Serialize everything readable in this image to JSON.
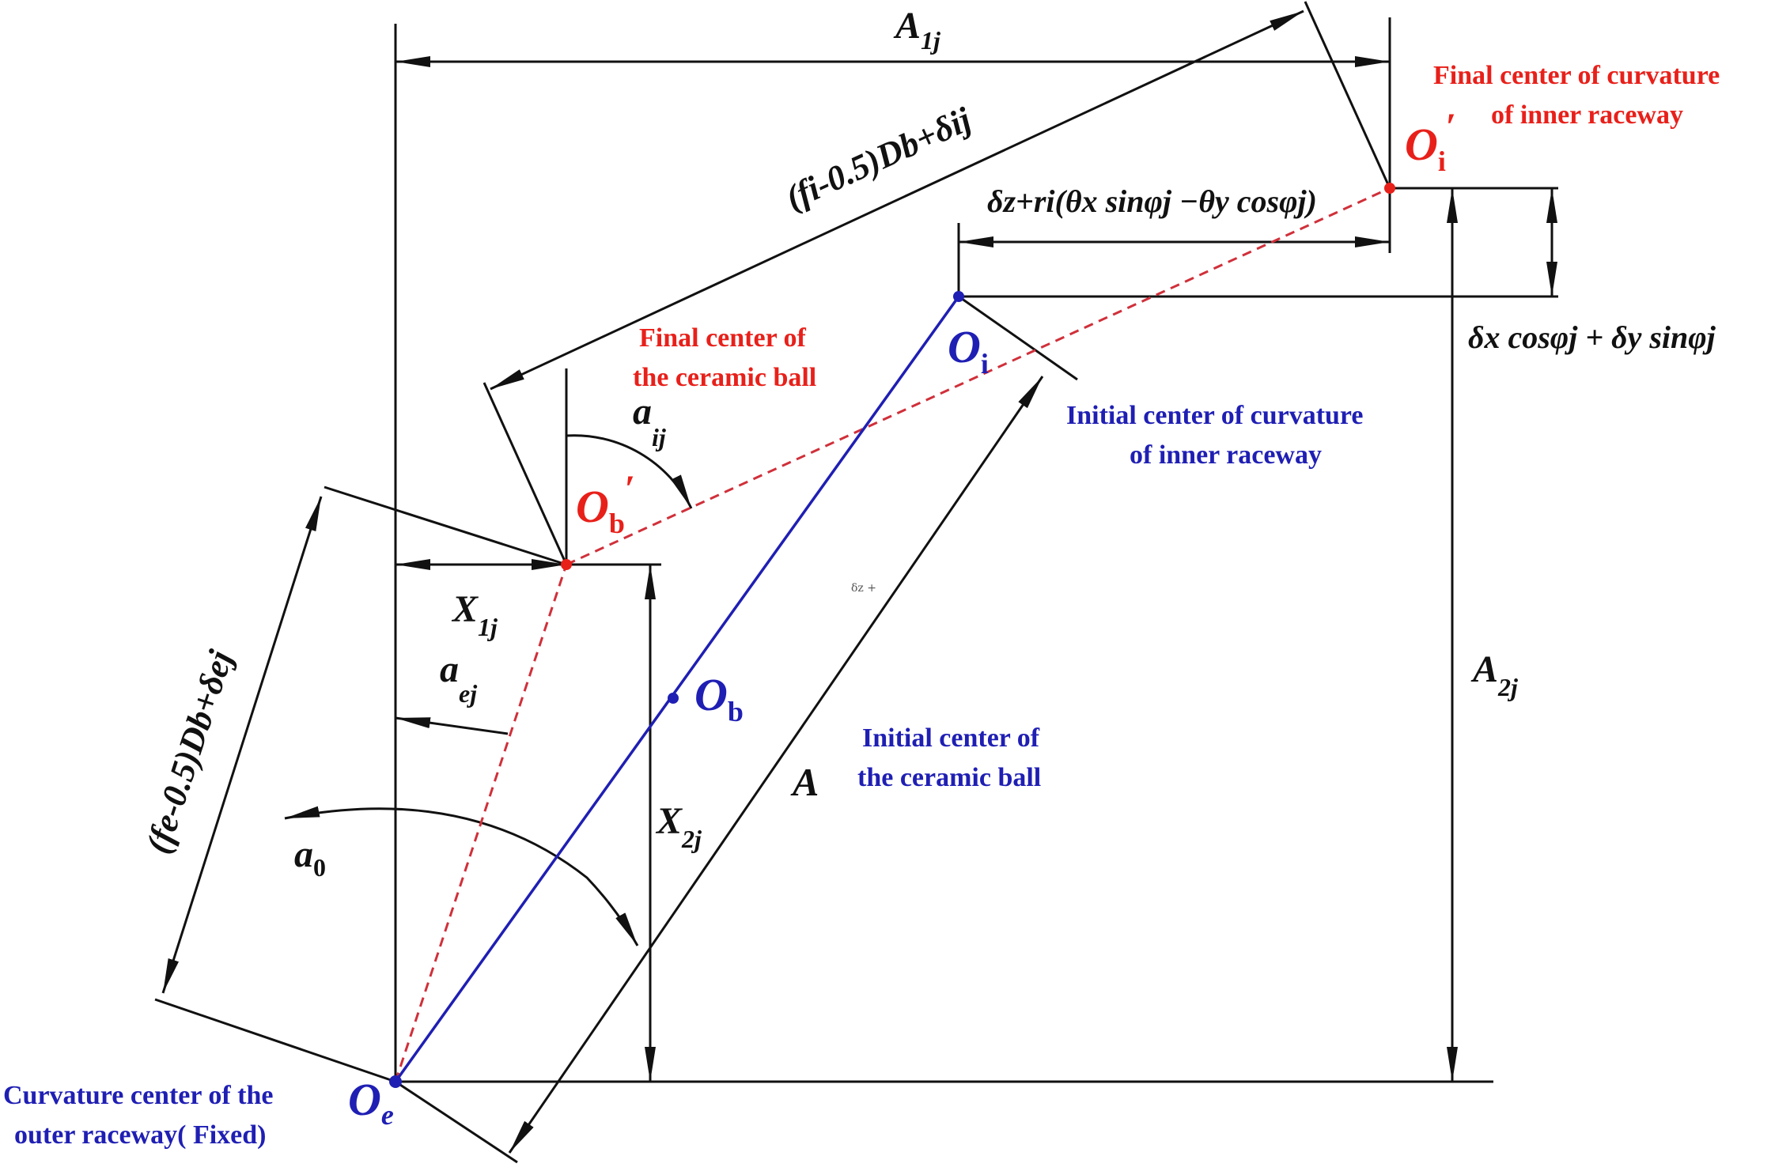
{
  "colors": {
    "line": "#111111",
    "blue": "#1f1fb4",
    "red": "#e8201a",
    "red_dash": "#d0303a"
  },
  "labels": {
    "final_inner_curv": [
      "Final center of curvature",
      "of inner raceway"
    ],
    "final_ball": [
      "Final  center of",
      "the ceramic ball"
    ],
    "initial_inner_curv": [
      "Initial center of curvature",
      "of inner raceway"
    ],
    "initial_ball": [
      "Initial center of",
      "the ceramic ball"
    ],
    "outer_curv": [
      "Curvature center of the",
      "outer raceway( Fixed)"
    ]
  },
  "points": {
    "Oi_prime": "O",
    "Oi_prime_sub": "i",
    "Oi_prime_mark": "′",
    "Oi": "O",
    "Oi_sub": "i",
    "Ob_prime": "O",
    "Ob_prime_sub": "b",
    "Ob_prime_mark": "′",
    "Ob": "O",
    "Ob_sub": "b",
    "Oe": "O",
    "Oe_sub": "e"
  },
  "dims": {
    "A1j": "A",
    "A1j_sub": "1j",
    "A2j": "A",
    "A2j_sub": "2j",
    "X1j": "X",
    "X1j_sub": "1j",
    "X2j": "X",
    "X2j_sub": "2j",
    "A": "A",
    "alpha_ij": "a",
    "alpha_ij_sub": "ij",
    "alpha_ej": "a",
    "alpha_ej_sub": "ej",
    "alpha_0": "a",
    "alpha_0_sub": "0",
    "inner_len": "(fi-0.5)Db+δij",
    "outer_len": "(fe-0.5)Db+δej",
    "delta_z_expr": "δz+ri(θx sinφj −θy cosφj)",
    "delta_x_expr": "δx cosφj + δy sinφj",
    "small_note": "δz +"
  }
}
